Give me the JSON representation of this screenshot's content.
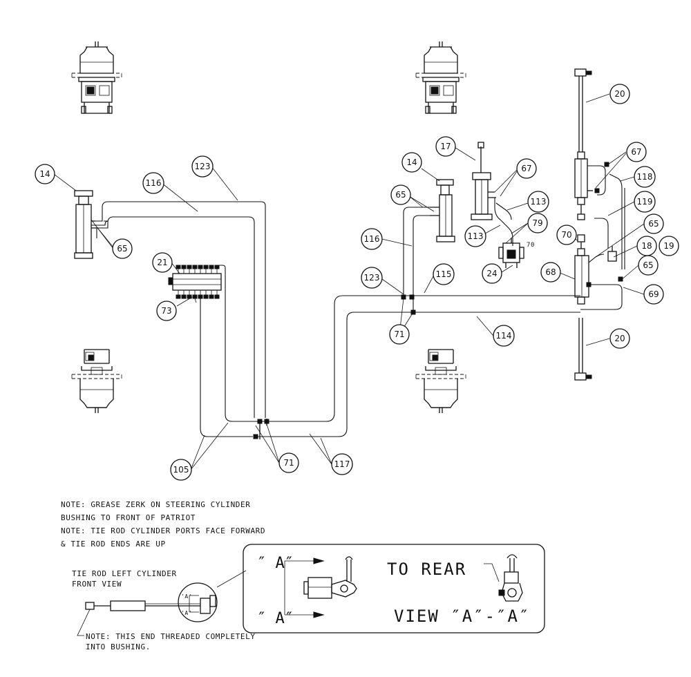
{
  "callouts": [
    {
      "label": "14"
    },
    {
      "label": "116"
    },
    {
      "label": "123"
    },
    {
      "label": "65"
    },
    {
      "label": "21"
    },
    {
      "label": "73"
    },
    {
      "label": "14"
    },
    {
      "label": "17"
    },
    {
      "label": "67"
    },
    {
      "label": "65"
    },
    {
      "label": "113"
    },
    {
      "label": "113"
    },
    {
      "label": "79"
    },
    {
      "label": "116"
    },
    {
      "label": "123"
    },
    {
      "label": "24"
    },
    {
      "label": "115"
    },
    {
      "label": "71"
    },
    {
      "label": "114"
    },
    {
      "label": "20"
    },
    {
      "label": "67"
    },
    {
      "label": "118"
    },
    {
      "label": "119"
    },
    {
      "label": "70"
    },
    {
      "label": "65"
    },
    {
      "label": "18"
    },
    {
      "label": "19"
    },
    {
      "label": "68"
    },
    {
      "label": "65"
    },
    {
      "label": "69"
    },
    {
      "label": "20"
    },
    {
      "label": "105"
    },
    {
      "label": "71"
    },
    {
      "label": "117"
    }
  ],
  "notes": {
    "line1": "NOTE: GREASE ZERK ON STEERING CYLINDER",
    "line2": "BUSHING TO FRONT OF PATRIOT",
    "line3": "NOTE: TIE ROD CYLINDER PORTS FACE FORWARD",
    "line4": "& TIE ROD ENDS ARE UP"
  },
  "tie_rod": {
    "title_line1": "TIE ROD LEFT CYLINDER",
    "title_line2": "FRONT VIEW",
    "small_a_top": "'A'",
    "small_a_bottom": "'A'",
    "bottom_note_line1": "NOTE: THIS END THREADED COMPLETELY",
    "bottom_note_line2": "INTO BUSHING."
  },
  "detail": {
    "section_top": "″ A″",
    "section_bottom": "″ A″",
    "to_rear": "TO REAR",
    "view_label": "VIEW ″A″-″A″"
  },
  "small_mark": "70"
}
